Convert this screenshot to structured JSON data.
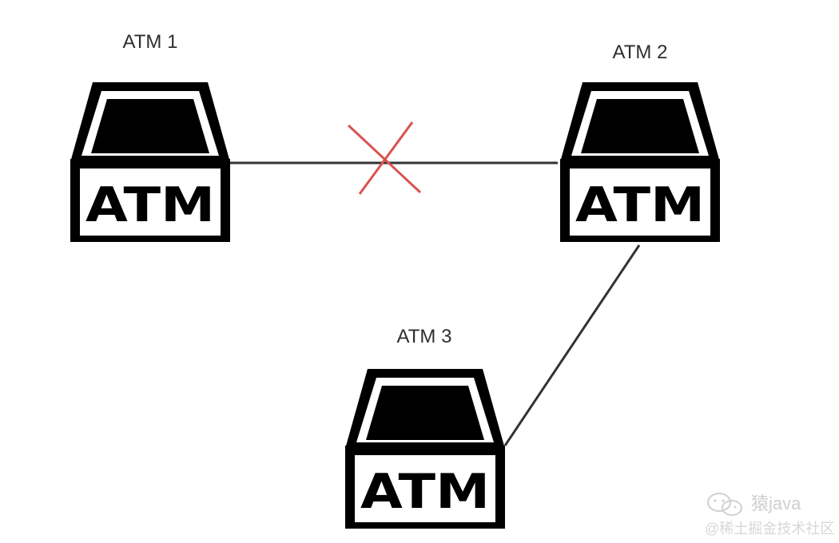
{
  "nodes": {
    "atm1": {
      "caption": "ATM 1",
      "badge": "ATM"
    },
    "atm2": {
      "caption": "ATM 2",
      "badge": "ATM"
    },
    "atm3": {
      "caption": "ATM 3",
      "badge": "ATM"
    }
  },
  "connections": [
    {
      "from": "ATM 1",
      "to": "ATM 2",
      "status": "broken"
    },
    {
      "from": "ATM 2",
      "to": "ATM 3",
      "status": "connected"
    }
  ],
  "watermark": {
    "app": "猿java",
    "site": "@稀土掘金技术社区"
  },
  "colors": {
    "line": "#333333",
    "broken_marker": "#d9534f",
    "icon": "#000000"
  }
}
